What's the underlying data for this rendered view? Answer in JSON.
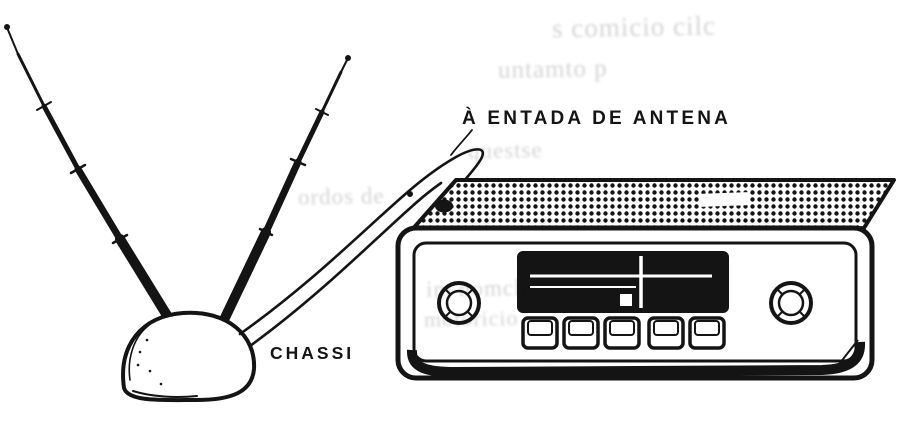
{
  "figure": {
    "type": "printed-magazine-illustration",
    "caption_labels": {
      "antenna_input": "À ENTADA DE ANTENA",
      "chassis": "CHASSI"
    },
    "components": {
      "antenna": "telescopic-dipole-antenna-on-dome-base",
      "radio": "car-radio-front-panel",
      "knob_count": 2,
      "pushbutton_count": 5,
      "wires": "twin-wire-to-antenna-input"
    },
    "colors": {
      "ink": "#141414",
      "paper": "#ffffff",
      "bleedthrough": "#c6c6c6"
    },
    "bleedthrough_fragments": [
      "s comicio cilc",
      "untamto p",
      "questse",
      "ordos de",
      "im nomch",
      "motoricio"
    ]
  }
}
